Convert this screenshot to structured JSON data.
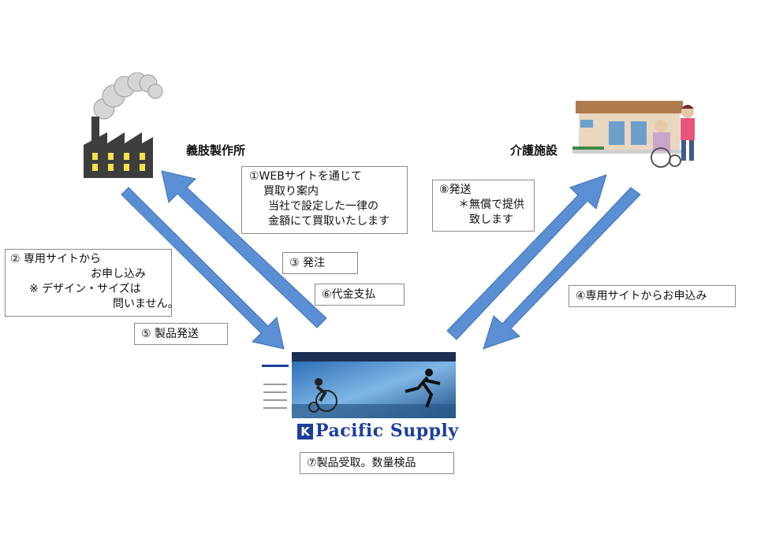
{
  "nodes": {
    "manufacturer": "義肢製作所",
    "care_facility": "介護施設"
  },
  "steps": {
    "s1": [
      "①WEBサイトを通じて",
      "買取り案内",
      "当社で設定した一律の",
      "金額にて買取いたします"
    ],
    "s2": [
      "② 専用サイトから",
      "お申し込み",
      "※ デザイン・サイズは",
      "問いません。"
    ],
    "s3": "③ 発注",
    "s4": "④専用サイトからお申込み",
    "s5": "⑤ 製品発送",
    "s6": "⑥代金支払",
    "s7": "⑦製品受取。数量検品",
    "s8": [
      "⑧発送",
      "＊無償で提供",
      "致します"
    ]
  },
  "logo": {
    "mark": "K",
    "name": "Pacific Supply"
  },
  "colors": {
    "arrow": "#5b8fd4",
    "arrow_stroke": "#3f73b9",
    "box_border": "#8a8a8a",
    "logo": "#1b3f9a"
  }
}
